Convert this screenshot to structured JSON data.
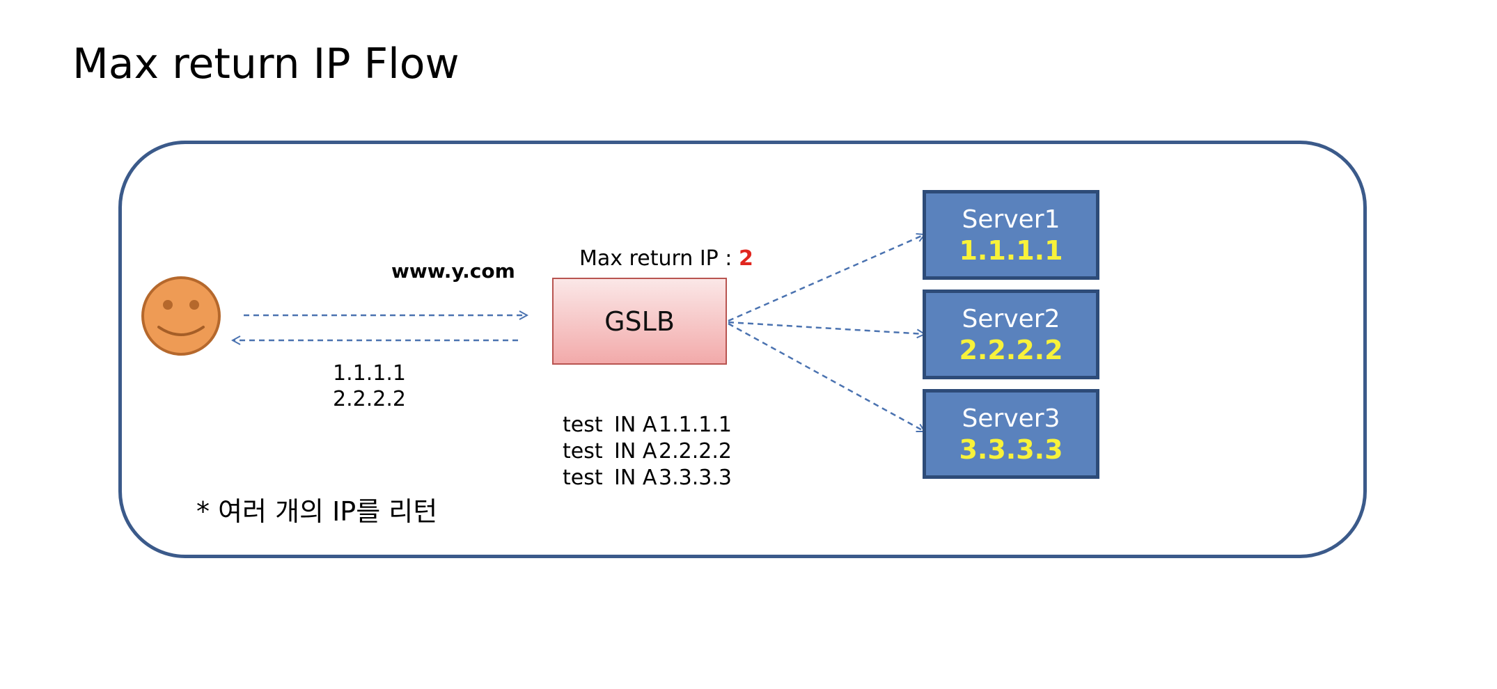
{
  "title": "Max return IP Flow",
  "colors": {
    "frame_border": "#3b5a8a",
    "arrow": "#4a72b0",
    "gslb_fill": "#f2aaaa",
    "gslb_border": "#b85450",
    "server_fill": "#5a82bd",
    "server_border": "#2d4b78",
    "server_ip_text": "#f8f23a",
    "max_value": "#e0261f",
    "smiley_fill": "#ee9b55"
  },
  "client": {
    "icon": "smiley-face-icon"
  },
  "query": {
    "domain": "www.y.com"
  },
  "response": {
    "ips": [
      "1.1.1.1",
      "2.2.2.2"
    ]
  },
  "gslb": {
    "label": "GSLB",
    "max_return_label": "Max return IP : ",
    "max_return_value": "2"
  },
  "records": [
    {
      "name": "test",
      "class_type": "IN A",
      "ip": "1.1.1.1"
    },
    {
      "name": "test",
      "class_type": "IN A",
      "ip": "2.2.2.2"
    },
    {
      "name": "test",
      "class_type": "IN A",
      "ip": "3.3.3.3"
    }
  ],
  "servers": [
    {
      "name": "Server1",
      "ip": "1.1.1.1"
    },
    {
      "name": "Server2",
      "ip": "2.2.2.2"
    },
    {
      "name": "Server3",
      "ip": "3.3.3.3"
    }
  ],
  "note": "* 여러 개의 IP를 리턴"
}
